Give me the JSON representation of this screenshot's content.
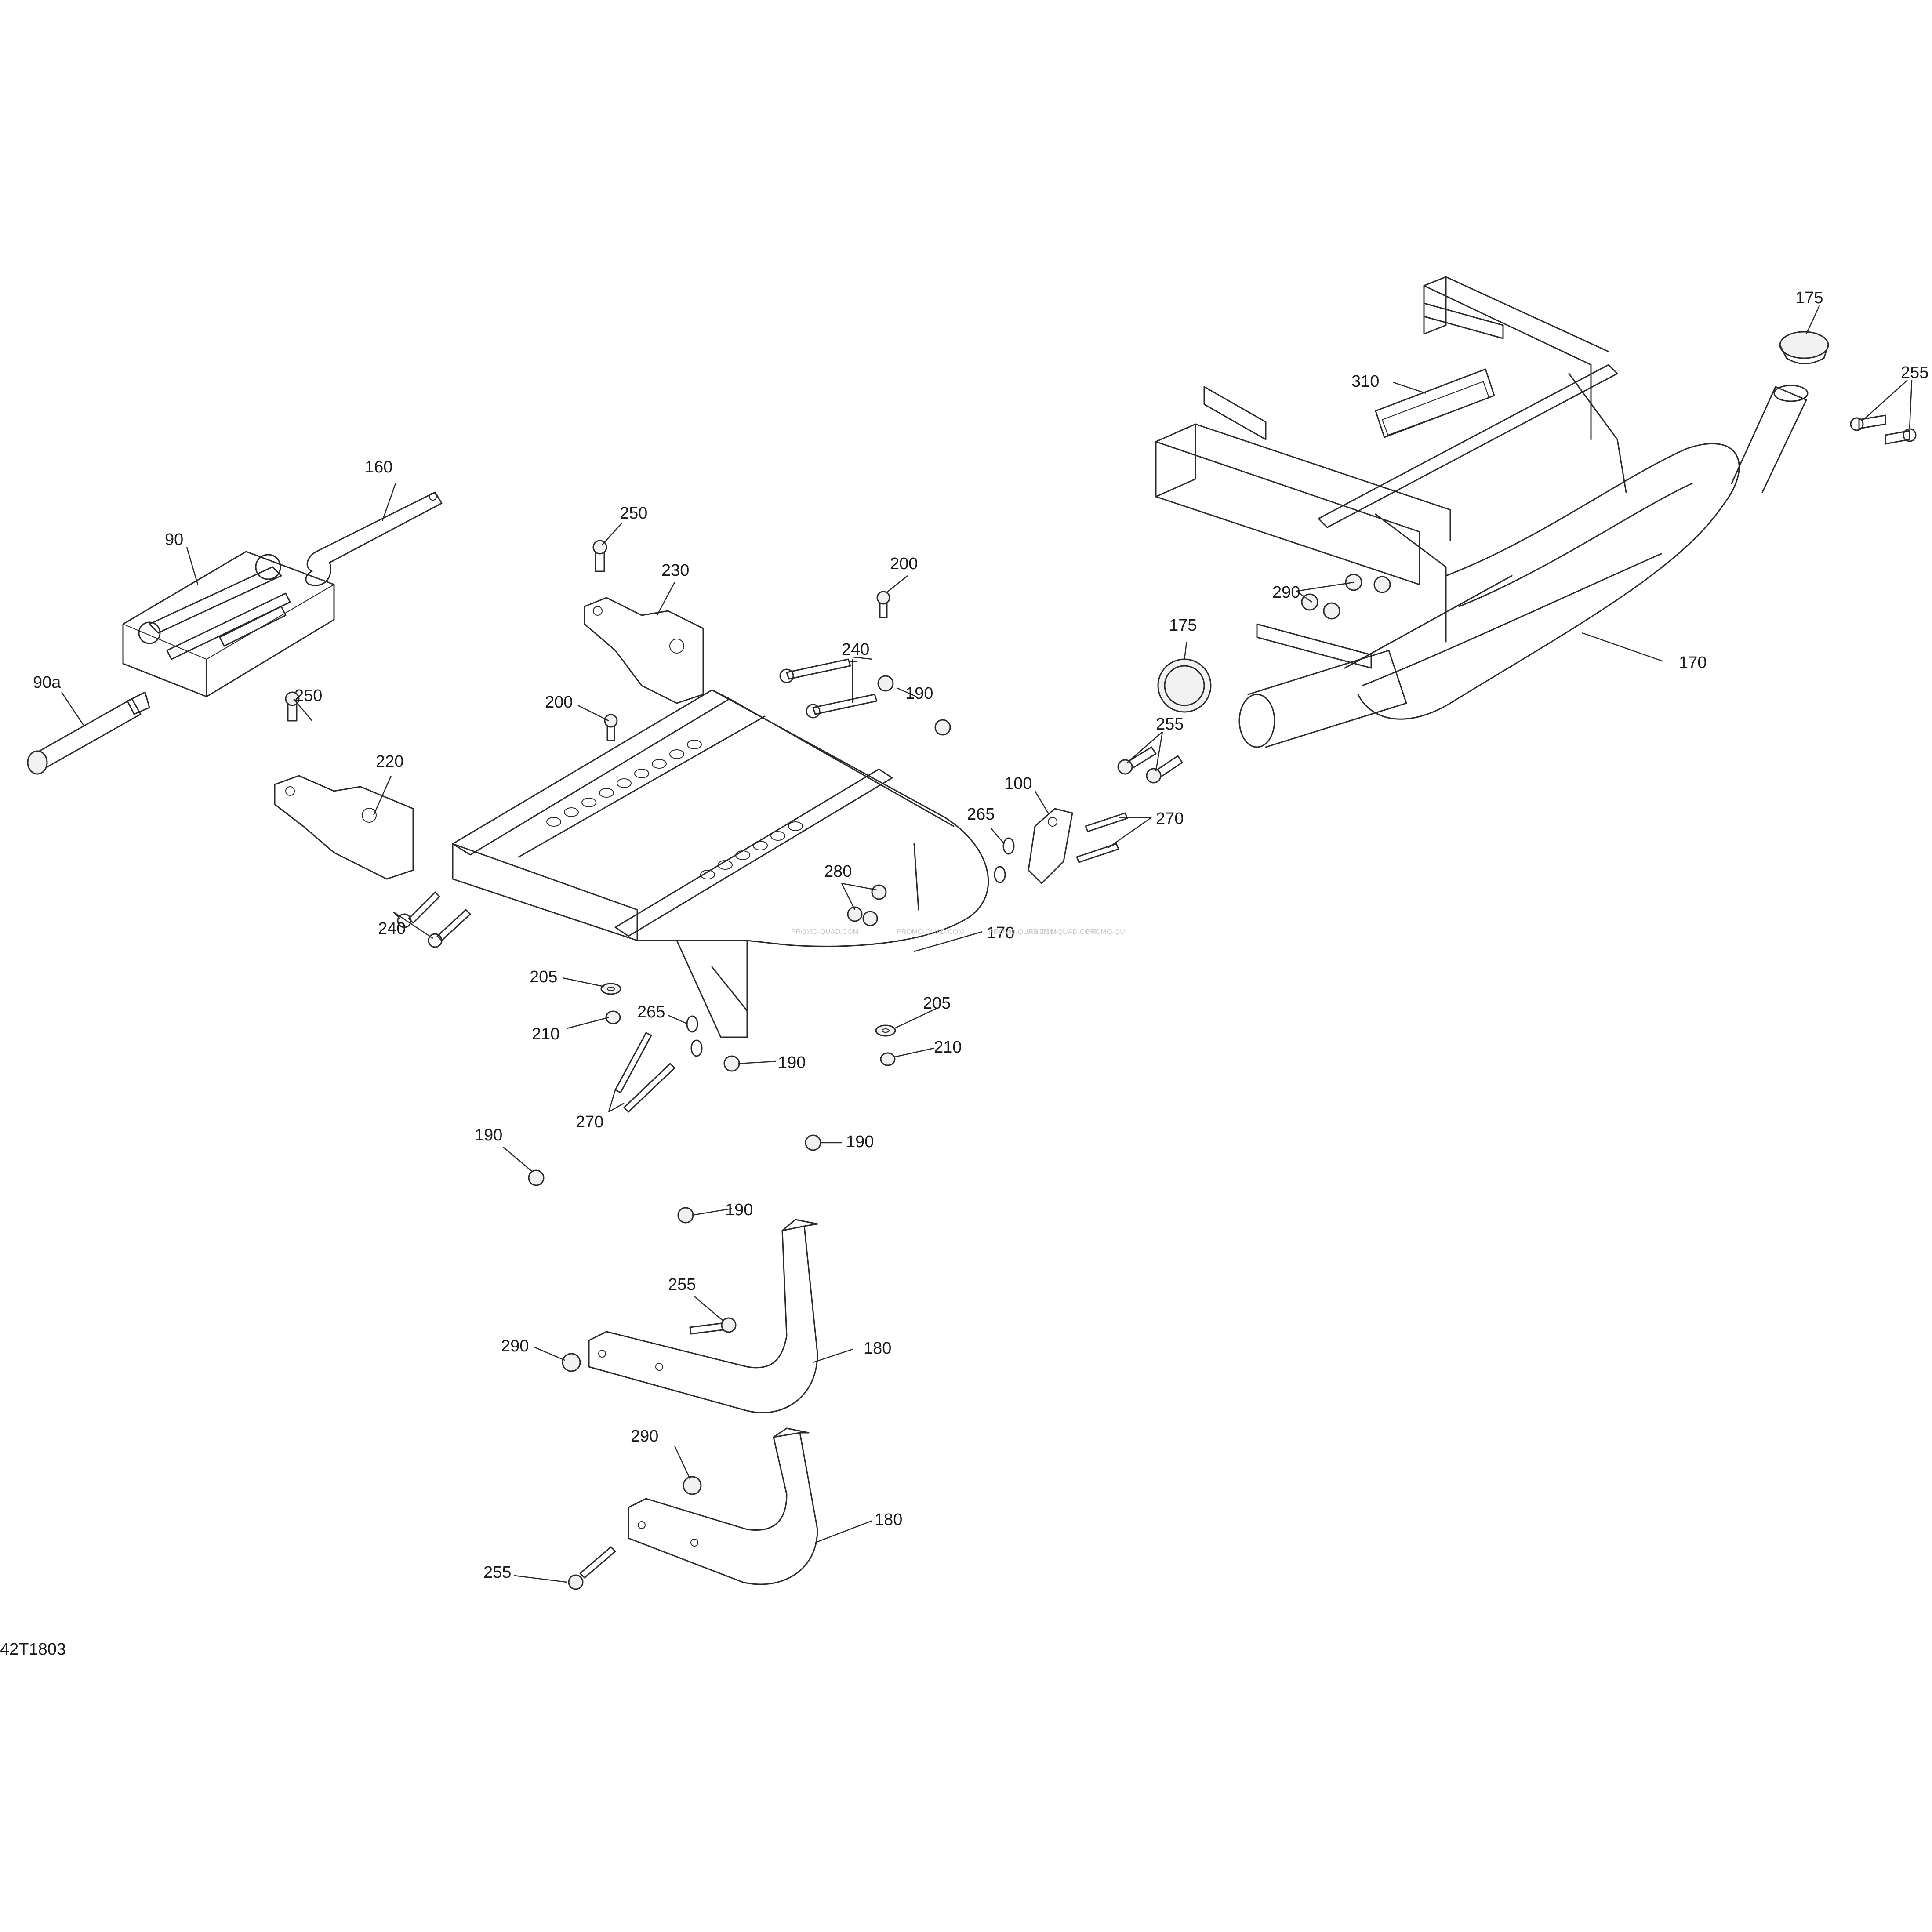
{
  "diagram_ref": "42T1803",
  "watermarks": [
    "PROMO-QUAD.COM",
    "PROMO-QUAD.COM",
    "PROMO-QUAD.COM",
    "PROMO-QUAD.COM",
    "PROMO-QU"
  ],
  "callouts": [
    {
      "id": "c-175a",
      "text": "175"
    },
    {
      "id": "c-255a",
      "text": "255"
    },
    {
      "id": "c-310",
      "text": "310"
    },
    {
      "id": "c-160",
      "text": "160"
    },
    {
      "id": "c-90",
      "text": "90"
    },
    {
      "id": "c-90a",
      "text": "90a"
    },
    {
      "id": "c-250a",
      "text": "250"
    },
    {
      "id": "c-230",
      "text": "230"
    },
    {
      "id": "c-200a",
      "text": "200"
    },
    {
      "id": "c-240a",
      "text": "240"
    },
    {
      "id": "c-190a",
      "text": "190"
    },
    {
      "id": "c-200b",
      "text": "200"
    },
    {
      "id": "c-250b",
      "text": "250"
    },
    {
      "id": "c-220",
      "text": "220"
    },
    {
      "id": "c-290a",
      "text": "290"
    },
    {
      "id": "c-175b",
      "text": "175"
    },
    {
      "id": "c-255b",
      "text": "255"
    },
    {
      "id": "c-170a",
      "text": "170"
    },
    {
      "id": "c-100",
      "text": "100"
    },
    {
      "id": "c-270a",
      "text": "270"
    },
    {
      "id": "c-265a",
      "text": "265"
    },
    {
      "id": "c-280",
      "text": "280"
    },
    {
      "id": "c-240b",
      "text": "240"
    },
    {
      "id": "c-170b",
      "text": "170"
    },
    {
      "id": "c-205a",
      "text": "205"
    },
    {
      "id": "c-210a",
      "text": "210"
    },
    {
      "id": "c-265b",
      "text": "265"
    },
    {
      "id": "c-205b",
      "text": "205"
    },
    {
      "id": "c-210b",
      "text": "210"
    },
    {
      "id": "c-190b",
      "text": "190"
    },
    {
      "id": "c-270b",
      "text": "270"
    },
    {
      "id": "c-190c",
      "text": "190"
    },
    {
      "id": "c-190d",
      "text": "190"
    },
    {
      "id": "c-190e",
      "text": "190"
    },
    {
      "id": "c-255c",
      "text": "255"
    },
    {
      "id": "c-290b",
      "text": "290"
    },
    {
      "id": "c-180a",
      "text": "180"
    },
    {
      "id": "c-290c",
      "text": "290"
    },
    {
      "id": "c-180b",
      "text": "180"
    },
    {
      "id": "c-255d",
      "text": "255"
    }
  ]
}
